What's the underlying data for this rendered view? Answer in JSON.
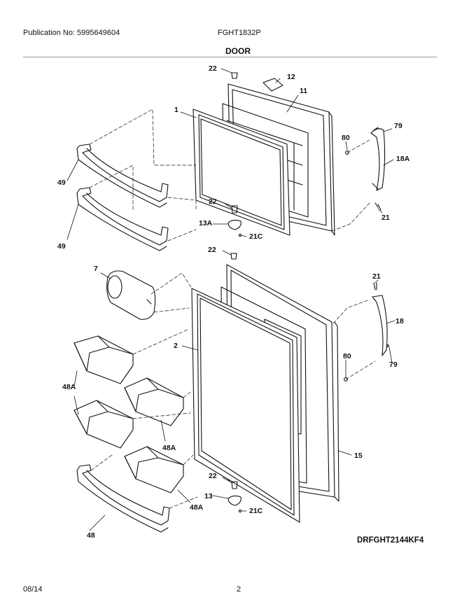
{
  "header": {
    "publication": "Publication No: 5995649604",
    "model": "FGHT1832P",
    "title": "DOOR"
  },
  "parts": {
    "p22a": "22",
    "p12": "12",
    "p11": "11",
    "p1": "1",
    "p80a": "80",
    "p79a": "79",
    "p18A": "18A",
    "p49a": "49",
    "p49b": "49",
    "p22b": "22",
    "p13A": "13A",
    "p21a": "21",
    "p21Ca": "21C",
    "p22c": "22",
    "p7": "7",
    "p21b": "21",
    "p18": "18",
    "p2": "2",
    "p80b": "80",
    "p79b": "79",
    "p48Aa": "48A",
    "p48Ab": "48A",
    "p15": "15",
    "p22d": "22",
    "p13": "13",
    "p48Ac": "48A",
    "p21Cb": "21C",
    "p48": "48"
  },
  "diagram_code": "DRFGHT2144KF4",
  "footer": {
    "date": "08/14",
    "page": "2"
  }
}
